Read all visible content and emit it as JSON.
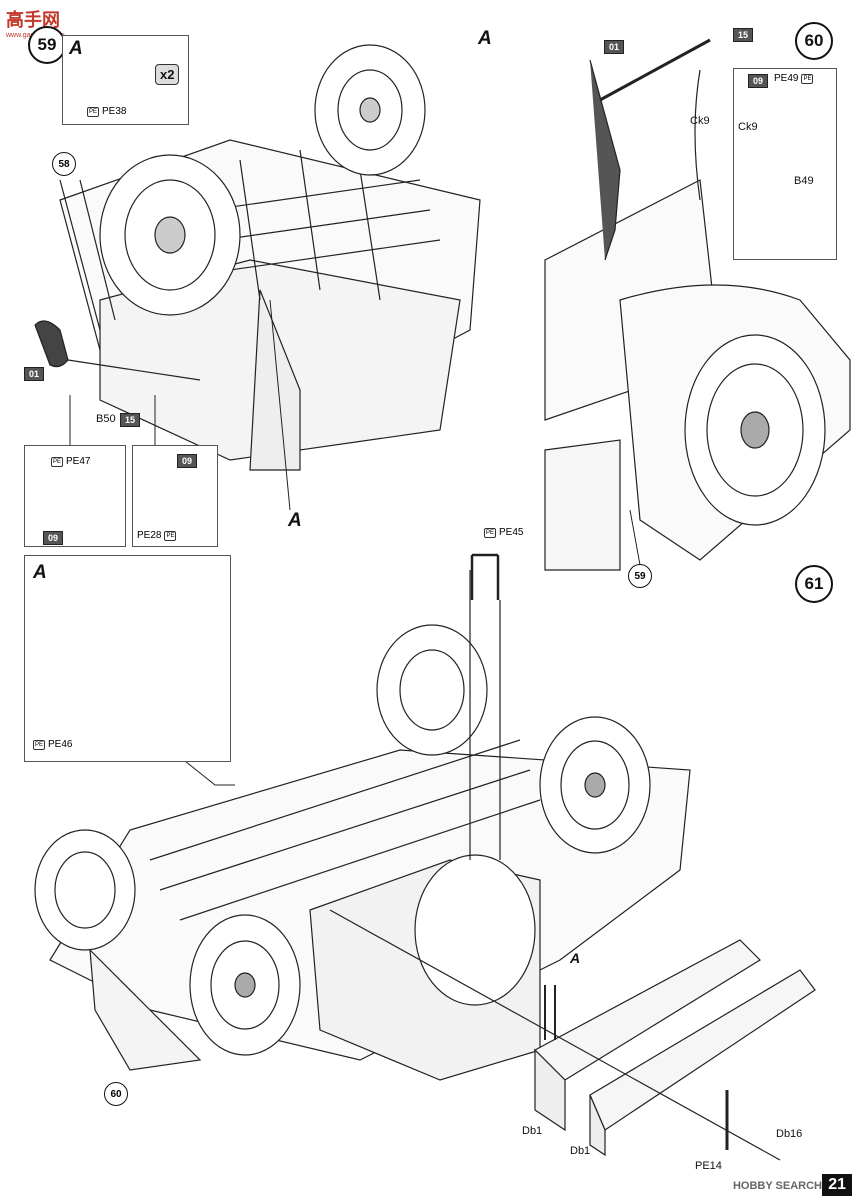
{
  "watermark_top": {
    "text": "高手网",
    "sub": "www.gaoshou.com"
  },
  "watermark_bottom": "HOBBY SEARCH",
  "page_number": "21",
  "steps": {
    "s59": "59",
    "s60": "60",
    "s61": "61"
  },
  "section_a": "A",
  "multiplier": "x2",
  "parts": {
    "p01": "01",
    "p09": "09",
    "p15": "15",
    "pe38": "PE38",
    "pe47": "PE47",
    "pe28": "PE28",
    "pe45": "PE45",
    "pe46": "PE46",
    "pe49": "PE49",
    "pe14": "PE14",
    "b50": "B50",
    "b49": "B49",
    "ck9": "Ck9",
    "db1": "Db1",
    "db16": "Db16"
  },
  "callouts": {
    "c58": "58",
    "c59": "59",
    "c60": "60"
  }
}
